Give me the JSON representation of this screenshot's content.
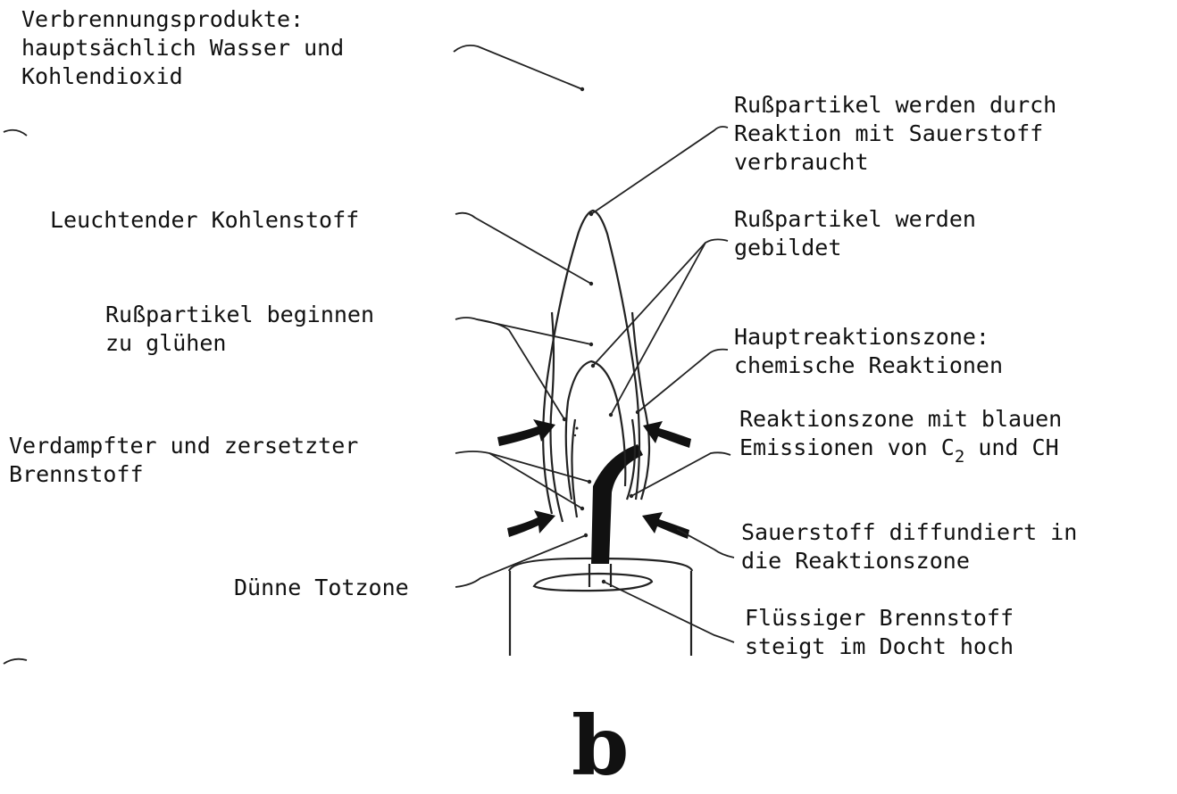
{
  "diagram": {
    "labels": {
      "combustion_products": [
        "Verbrennungsprodukte:",
        "hauptsächlich Wasser und",
        "Kohlendioxid"
      ],
      "soot_consumed": [
        "Rußpartikel werden durch",
        "Reaktion mit Sauerstoff",
        "verbraucht"
      ],
      "glowing_carbon": [
        "Leuchtender Kohlenstoff"
      ],
      "soot_formed": [
        "Rußpartikel werden",
        "gebildet"
      ],
      "soot_glow": [
        "Rußpartikel beginnen",
        "zu glühen"
      ],
      "main_reaction_zone": [
        "Hauptreaktionszone:",
        "chemische Reaktionen"
      ],
      "reaction_zone_blue": {
        "line1": "Reaktionszone mit blauen",
        "line2_prefix": "Emissionen von C",
        "line2_sub": "2",
        "line2_suffix": " und CH"
      },
      "vaporized_fuel": [
        "Verdampfter und zersetzter",
        "Brennstoff"
      ],
      "oxygen_diffuses": [
        "Sauerstoff diffundiert in",
        "die Reaktionszone"
      ],
      "dead_zone": [
        "Dünne Totzone"
      ],
      "liquid_fuel": [
        "Flüssiger Brennstoff",
        "steigt im Docht hoch"
      ]
    },
    "figure_label": "b"
  }
}
